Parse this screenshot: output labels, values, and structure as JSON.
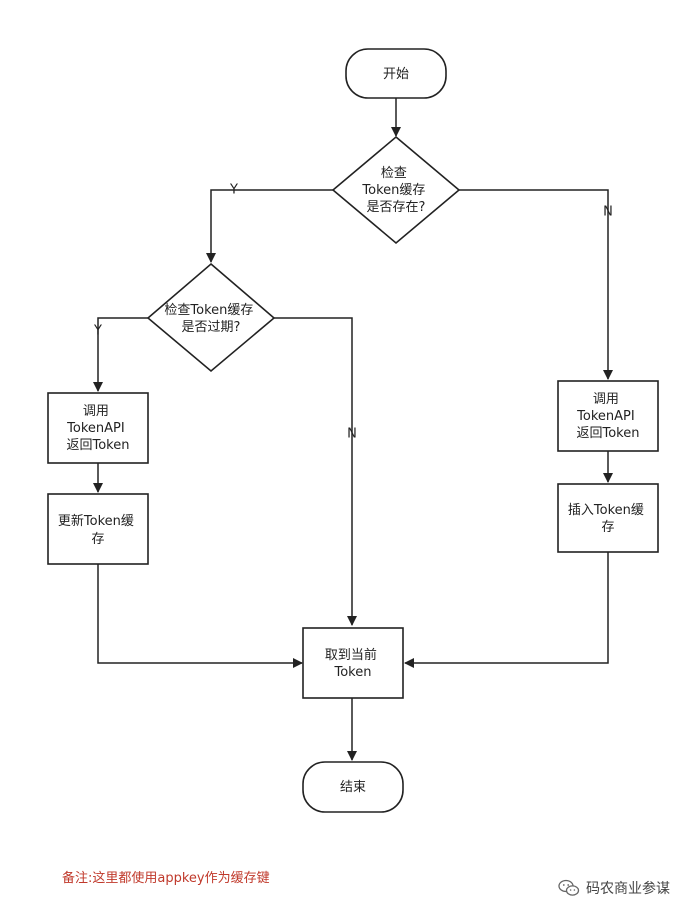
{
  "diagram": {
    "nodes": {
      "start": {
        "lines": [
          "开始"
        ]
      },
      "check_cache": {
        "lines": [
          "检查",
          "Token缓存",
          "是否存在?"
        ]
      },
      "check_expired": {
        "lines": [
          "检查Token缓存",
          "是否过期?"
        ]
      },
      "call_api_left": {
        "lines": [
          "调用",
          "TokenAPI",
          "返回Token"
        ]
      },
      "update_cache": {
        "lines": [
          "更新Token缓",
          "存"
        ]
      },
      "call_api_right": {
        "lines": [
          "调用",
          "TokenAPI",
          "返回Token"
        ]
      },
      "insert_cache": {
        "lines": [
          "插入Token缓",
          "存"
        ]
      },
      "get_current": {
        "lines": [
          "取到当前",
          "Token"
        ]
      },
      "end": {
        "lines": [
          "结束"
        ]
      }
    },
    "edge_labels": {
      "cache_yes": "Y",
      "cache_no": "N",
      "expired_yes": "Y",
      "expired_no": "N"
    }
  },
  "note": "备注:这里都使用appkey作为缓存键",
  "watermark": "码农商业参谋"
}
